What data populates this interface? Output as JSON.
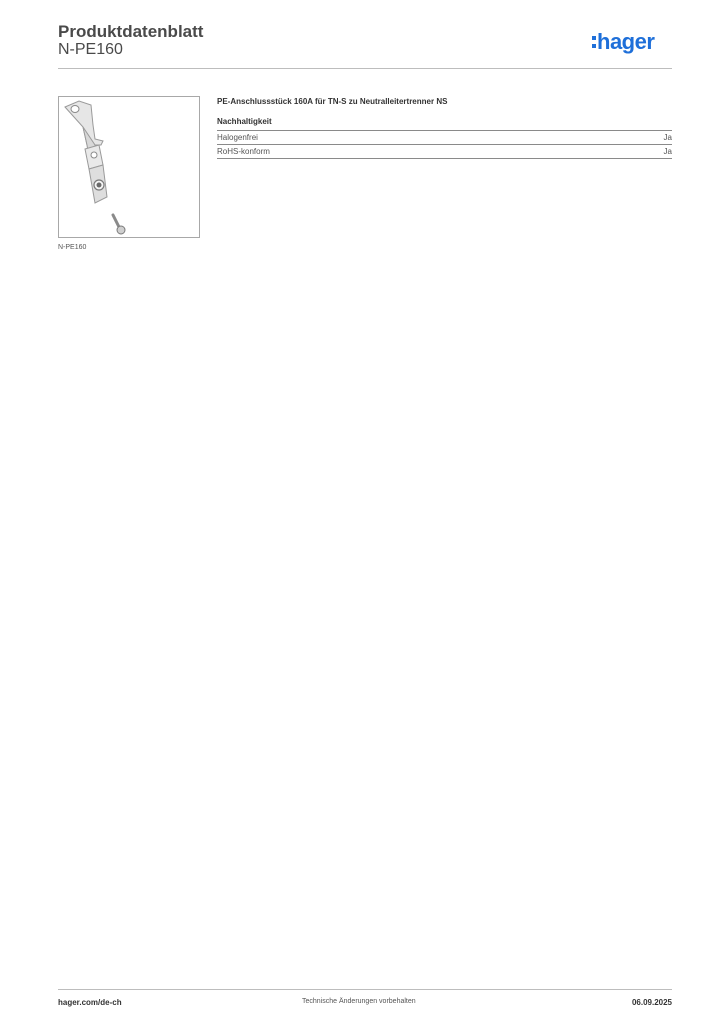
{
  "header": {
    "title": "Produktdatenblatt",
    "subtitle": "N-PE160",
    "logo_text": "hager",
    "logo_color": "#1e6fd9"
  },
  "product": {
    "image_caption": "N-PE160",
    "name": "PE-Anschlussstück 160A für TN-S zu Neutralleitertrenner NS"
  },
  "section": {
    "title": "Nachhaltigkeit",
    "rows": [
      {
        "label": "Halogenfrei",
        "value": "Ja"
      },
      {
        "label": "RoHS-konform",
        "value": "Ja"
      }
    ]
  },
  "footer": {
    "website": "hager.com/de-ch",
    "notice": "Technische Änderungen vorbehalten",
    "date": "06.09.2025"
  }
}
